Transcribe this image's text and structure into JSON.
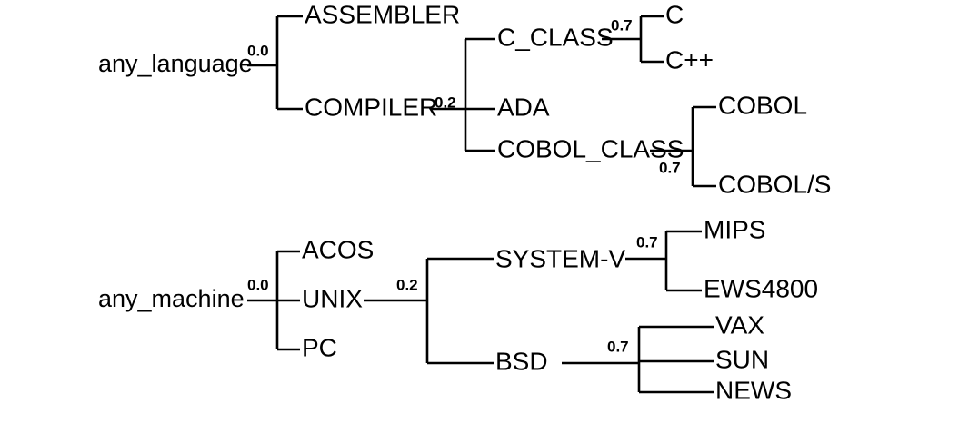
{
  "figure": {
    "type": "dendrogram",
    "background_color": "#ffffff",
    "line_color": "#000000",
    "text_color": "#000000"
  },
  "trees": [
    {
      "id": "any_language",
      "root_label": "any_language",
      "root_distance": "0.0",
      "nodes": {
        "assembler": "ASSEMBLER",
        "compiler": "COMPILER",
        "compiler_distance": "0.2",
        "c_class": "C_CLASS",
        "c_class_distance": "0.7",
        "c": "C",
        "cpp": "C++",
        "ada": "ADA",
        "cobol_class": "COBOL_CLASS",
        "cobol_class_distance": "0.7",
        "cobol": "COBOL",
        "cobol_s": "COBOL/S"
      }
    },
    {
      "id": "any_machine",
      "root_label": "any_machine",
      "root_distance": "0.0",
      "nodes": {
        "acos": "ACOS",
        "unix": "UNIX",
        "unix_distance": "0.2",
        "pc": "PC",
        "system_v": "SYSTEM-V",
        "system_v_distance": "0.7",
        "mips": "MIPS",
        "ews4800": "EWS4800",
        "bsd": "BSD",
        "bsd_distance": "0.7",
        "vax": "VAX",
        "sun": "SUN",
        "news": "NEWS"
      }
    }
  ],
  "chart_data": {
    "type": "dendrogram",
    "title": "",
    "clusters": [
      {
        "name": "any_language",
        "merge_distance": 0.0,
        "children": [
          {
            "name": "ASSEMBLER",
            "merge_distance": null,
            "leaf": true
          },
          {
            "name": "COMPILER",
            "merge_distance": 0.2,
            "children": [
              {
                "name": "C_CLASS",
                "merge_distance": 0.7,
                "children": [
                  {
                    "name": "C",
                    "leaf": true
                  },
                  {
                    "name": "C++",
                    "leaf": true
                  }
                ]
              },
              {
                "name": "ADA",
                "leaf": true
              },
              {
                "name": "COBOL_CLASS",
                "merge_distance": 0.7,
                "children": [
                  {
                    "name": "COBOL",
                    "leaf": true
                  },
                  {
                    "name": "COBOL/S",
                    "leaf": true
                  }
                ]
              }
            ]
          }
        ]
      },
      {
        "name": "any_machine",
        "merge_distance": 0.0,
        "children": [
          {
            "name": "ACOS",
            "leaf": true
          },
          {
            "name": "UNIX",
            "merge_distance": 0.2,
            "children": [
              {
                "name": "SYSTEM-V",
                "merge_distance": 0.7,
                "children": [
                  {
                    "name": "MIPS",
                    "leaf": true
                  },
                  {
                    "name": "EWS4800",
                    "leaf": true
                  }
                ]
              },
              {
                "name": "BSD",
                "merge_distance": 0.7,
                "children": [
                  {
                    "name": "VAX",
                    "leaf": true
                  },
                  {
                    "name": "SUN",
                    "leaf": true
                  },
                  {
                    "name": "NEWS",
                    "leaf": true
                  }
                ]
              }
            ]
          },
          {
            "name": "PC",
            "leaf": true
          }
        ]
      }
    ],
    "distance_labels": [
      "0.0",
      "0.2",
      "0.7"
    ],
    "leaves": [
      "ASSEMBLER",
      "C",
      "C++",
      "ADA",
      "COBOL",
      "COBOL/S",
      "ACOS",
      "MIPS",
      "EWS4800",
      "VAX",
      "SUN",
      "NEWS",
      "PC"
    ]
  }
}
